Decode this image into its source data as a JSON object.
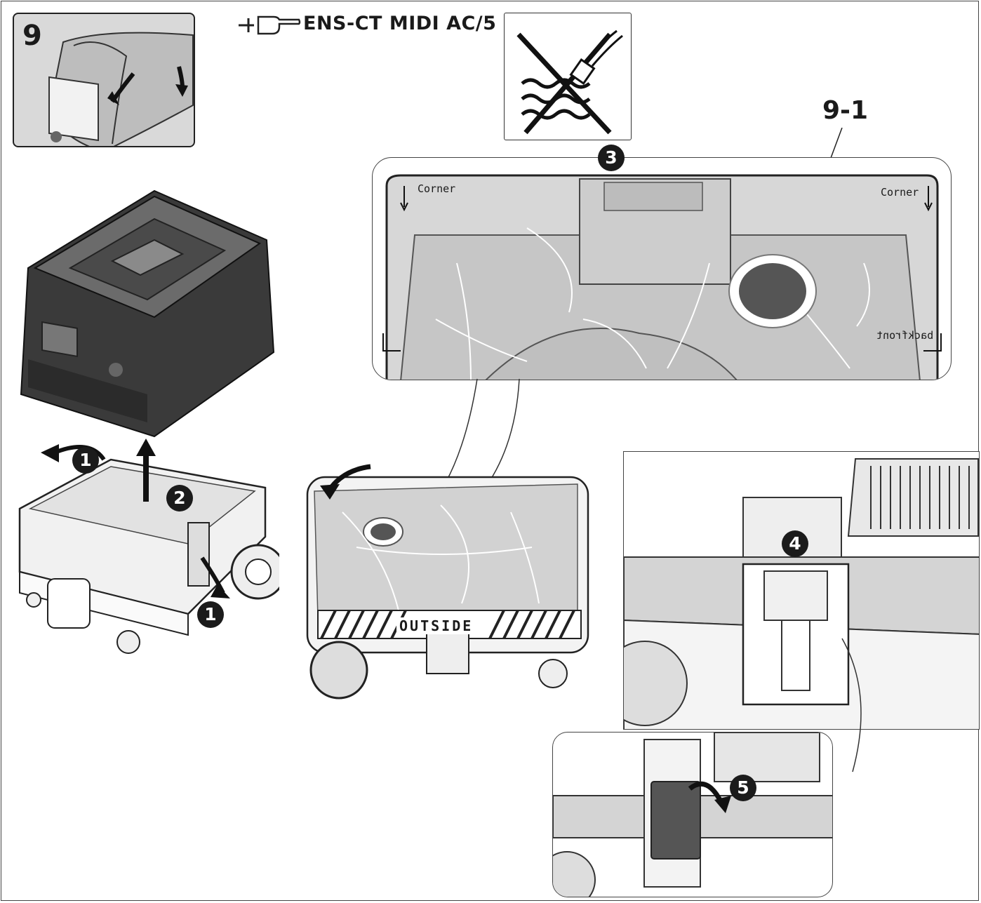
{
  "step_number": "9",
  "title": "ENS-CT MIDI AC/5",
  "callout_label": "9-1",
  "labels": {
    "corner_left": "Corner",
    "corner_right": "Corner",
    "backfront_mirrored": "backfront",
    "outside": "OUTSIDE"
  },
  "badges": [
    "1",
    "2",
    "1",
    "3",
    "4",
    "5"
  ],
  "icons": [
    "hand-pointer-icon",
    "no-water-submersion-icon"
  ]
}
